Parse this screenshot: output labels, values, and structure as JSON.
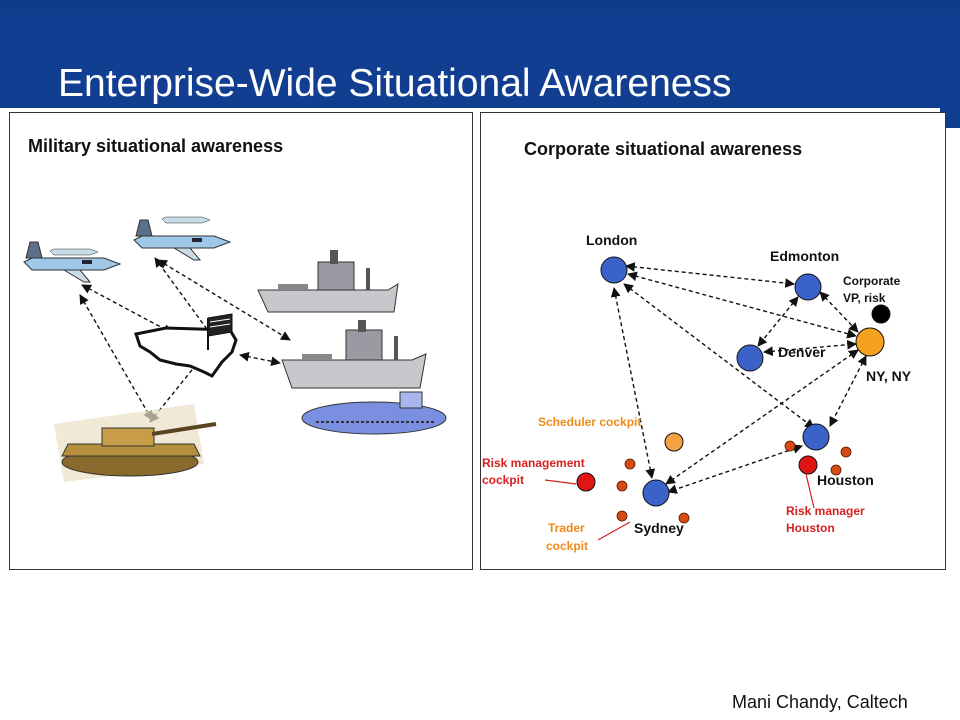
{
  "title": "Enterprise-Wide Situational Awareness",
  "military": {
    "heading": "Military situational awareness",
    "icons": [
      "jet-icon",
      "jet-icon",
      "flag-icon",
      "usa-map-icon",
      "battleship-icon",
      "battleship-icon",
      "submarine-icon",
      "tank-icon"
    ]
  },
  "corporate": {
    "heading": "Corporate situational awareness",
    "nodes": {
      "london": "London",
      "edmonton": "Edmonton",
      "corporate_vp": [
        "Corporate",
        "VP, risk"
      ],
      "denver": "Denver",
      "nyny": "NY, NY",
      "scheduler": "Scheduler cockpit",
      "houston": "Houston",
      "risk_mgmt": [
        "Risk management",
        "cockpit"
      ],
      "risk_mgr_houston": [
        "Risk manager",
        "Houston"
      ],
      "trader": [
        "Trader",
        "cockpit"
      ],
      "sydney": "Sydney"
    },
    "colors": {
      "city": "#3a62c9",
      "hub": "#f5a01e",
      "alert": "#e01515",
      "sensor": "#d64a14",
      "scheduler": "#f5a043",
      "vp": "#000000"
    }
  },
  "footer": "Mani Chandy, Caltech"
}
